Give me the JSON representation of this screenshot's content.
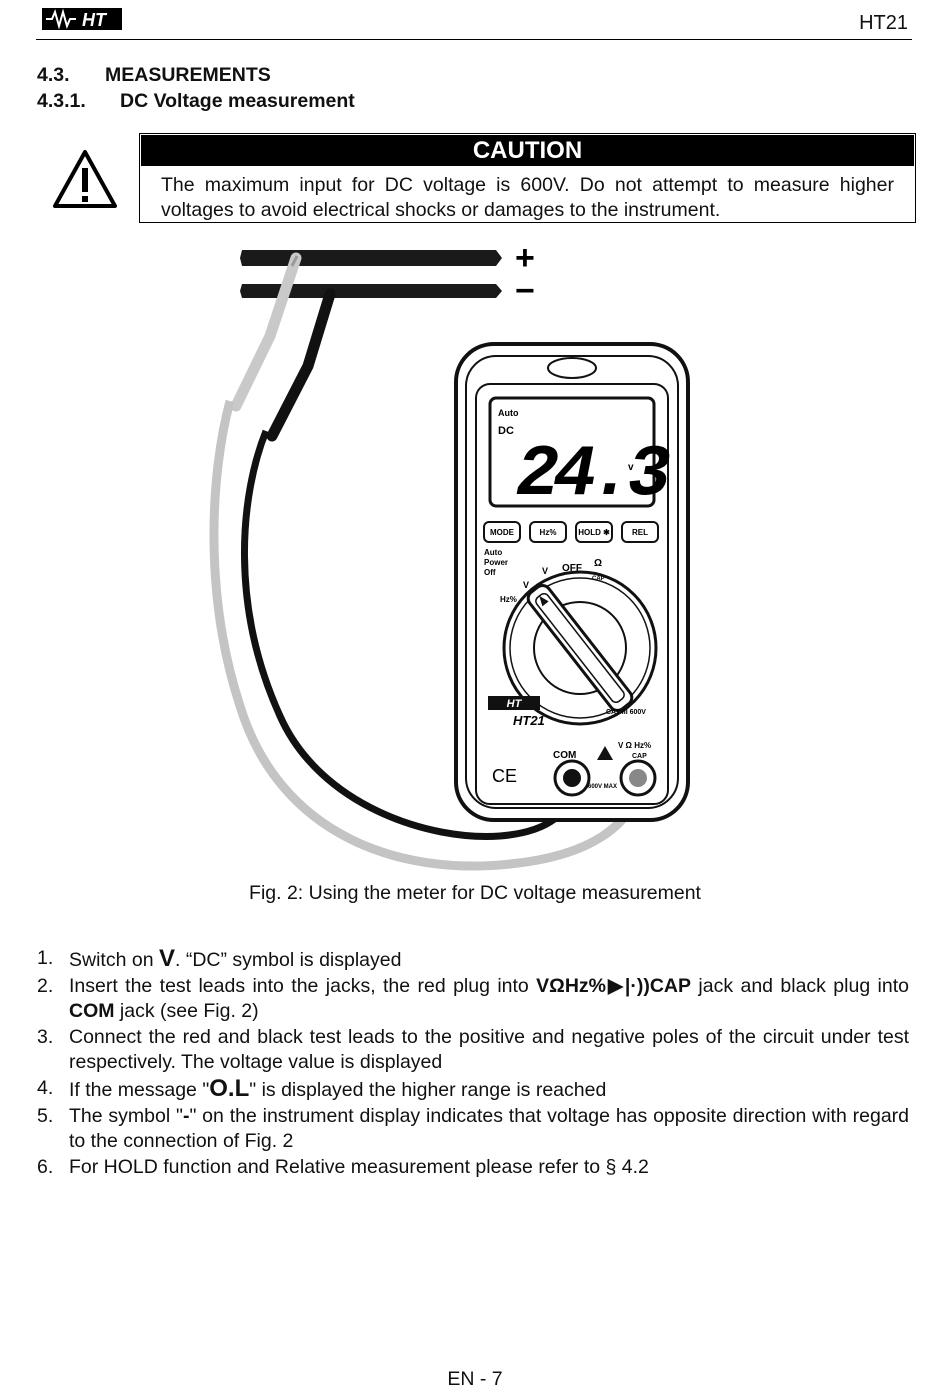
{
  "header": {
    "logo_text": "HT",
    "model": "HT21"
  },
  "section": {
    "number": "4.3.",
    "title": "MEASUREMENTS"
  },
  "subsection": {
    "number": "4.3.1.",
    "title": "DC Voltage measurement"
  },
  "caution": {
    "heading": "CAUTION",
    "text": "The maximum input for DC voltage is 600V. Do not attempt to measure higher voltages to avoid electrical shocks or damages to the instrument.",
    "icon": "warning-triangle-icon"
  },
  "figure": {
    "plus_sign": "+",
    "minus_sign": "−",
    "meter": {
      "lcd_mode": "Auto",
      "lcd_type": "DC",
      "lcd_reading": "24.3",
      "lcd_unit": "v",
      "buttons": [
        "MODE",
        "Hz%",
        "HOLD ✱",
        "REL"
      ],
      "auto_power_off": [
        "Auto",
        "Power",
        "Off"
      ],
      "dial_off": "OFF",
      "dial_v": "V",
      "dial_vhz": "V",
      "dial_hz": "Hz%",
      "dial_ohm": "Ω",
      "dial_cap": "CAP",
      "brand": "HT",
      "model": "HT21",
      "cat_rating": "CAT III 600V",
      "com_label": "COM",
      "v_label": "V Ω Hz%",
      "cap_label": "CAP",
      "max_label": "600V MAX",
      "ce_mark": "CE"
    },
    "caption": "Fig. 2: Using the meter for DC voltage measurement"
  },
  "steps": {
    "s1": {
      "num": "1.",
      "pre": "Switch on ",
      "symbol": "V",
      "post": ". “DC” symbol is displayed"
    },
    "s2": {
      "num": "2.",
      "pre": "Insert the test leads into the jacks, the red plug into ",
      "jack_symbol": "VΩHz%▶|·))CAP",
      "mid": " jack and black plug into ",
      "com": "COM",
      "post": " jack (see Fig. 2)"
    },
    "s3": {
      "num": "3.",
      "text": "Connect the red and black test leads to the positive and negative poles of the circuit under test respectively. The voltage value is displayed"
    },
    "s4": {
      "num": "4.",
      "pre": "If the message \"",
      "symbol": "O.L",
      "post": "\" is displayed the higher range is reached"
    },
    "s5": {
      "num": "5.",
      "pre": "The symbol \"",
      "symbol": "-",
      "post": "\" on the instrument display indicates that voltage has opposite direction with regard to the connection of Fig. 2"
    },
    "s6": {
      "num": "6.",
      "text": "For HOLD function and Relative measurement please refer to § 4.2"
    }
  },
  "footer": {
    "page": "EN - 7"
  }
}
